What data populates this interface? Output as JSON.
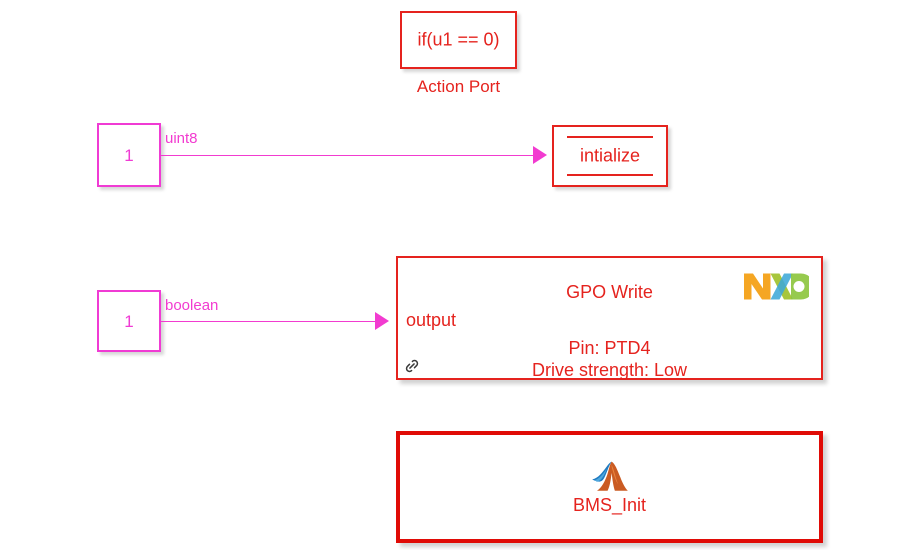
{
  "diagram": {
    "title": "Simulink block diagram",
    "colors": {
      "signal_magenta": "#F23BD0",
      "block_red": "#E5231E",
      "subsystem_red": "#E00B06",
      "background": "#FFFFFF"
    }
  },
  "blocks": {
    "action_port": {
      "condition_text": "if(u1 == 0)",
      "label": "Action Port",
      "icon": "if-action-port-icon"
    },
    "inport_uint8": {
      "number": "1",
      "signal_label": "uint8",
      "icon": "inport-icon"
    },
    "inport_boolean": {
      "number": "1",
      "signal_label": "boolean",
      "icon": "inport-icon"
    },
    "initialize": {
      "label": "intialize",
      "icon": "initialize-function-icon"
    },
    "gpo_write": {
      "title": "GPO Write",
      "port_label": "output",
      "params": [
        "Pin: PTD4",
        "Drive strength: Low"
      ],
      "vendor_logo": "nxp-logo",
      "link_icon": "library-link-icon"
    },
    "bms_init": {
      "label": "BMS_Init",
      "logo": "matlab-membrane-logo"
    }
  }
}
